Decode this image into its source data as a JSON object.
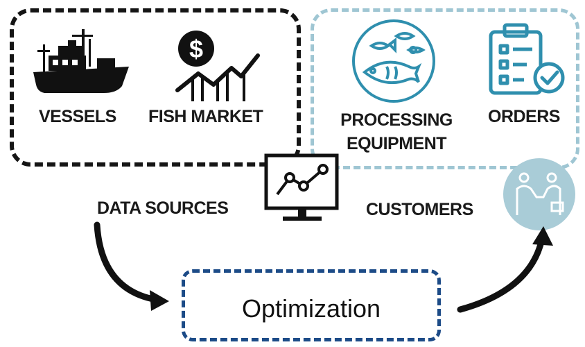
{
  "groups": {
    "data_sources": {
      "label": "DATA SOURCES",
      "items": {
        "vessels": "VESSELS",
        "fish_market": "FISH MARKET"
      }
    },
    "customers": {
      "label": "CUSTOMERS",
      "items": {
        "processing_line1": "PROCESSING",
        "processing_line2": "EQUIPMENT",
        "orders": "ORDERS"
      }
    }
  },
  "center": {
    "process_label": "Optimization",
    "monitor_icon": "analytics-monitor-icon"
  },
  "icons": {
    "vessels": "fishing-vessel-icon",
    "fish_market": "dollar-trend-icon",
    "processing": "fish-processing-icon",
    "orders": "clipboard-check-icon",
    "customers": "handshake-icon"
  },
  "colors": {
    "data_sources_border": "#151515",
    "customers_border": "#9fc6d3",
    "optimization_border": "#1c4b87",
    "teal_icon": "#2f8fae",
    "customer_circle": "#a9ccd7"
  }
}
